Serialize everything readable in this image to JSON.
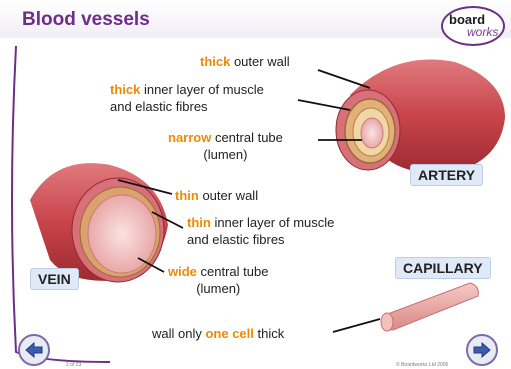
{
  "header": {
    "title": "Blood vessels",
    "logo_top": "board",
    "logo_bottom": "works"
  },
  "artery": {
    "tag": "ARTERY",
    "outer_wall": {
      "highlight": "thick",
      "text": " outer wall"
    },
    "inner_layer": {
      "highlight": "thick",
      "line1": " inner layer of muscle",
      "line2": "and elastic fibres"
    },
    "lumen": {
      "highlight": "narrow",
      "line1": " central tube",
      "line2": "(lumen)"
    }
  },
  "vein": {
    "tag": "VEIN",
    "outer_wall": {
      "highlight": "thin",
      "text": " outer wall"
    },
    "inner_layer": {
      "highlight": "thin",
      "line1": " inner layer of muscle",
      "line2": "and elastic fibres"
    },
    "lumen": {
      "highlight": "wide",
      "line1": " central tube",
      "line2": "(lumen)"
    }
  },
  "capillary": {
    "tag": "CAPILLARY",
    "wall": {
      "before": "wall only ",
      "highlight": "one cell",
      "after": " thick"
    }
  },
  "footer": {
    "slide_number": "2 of 23",
    "copyright": "© Boardworks Ltd 2006"
  },
  "colors": {
    "title": "#6d2d8a",
    "highlight": "#f08a00",
    "tag_bg": "#dfe9f7",
    "vessel_red": "#c8444a"
  },
  "icons": {
    "back": "left-arrow-icon",
    "forward": "right-arrow-icon"
  }
}
